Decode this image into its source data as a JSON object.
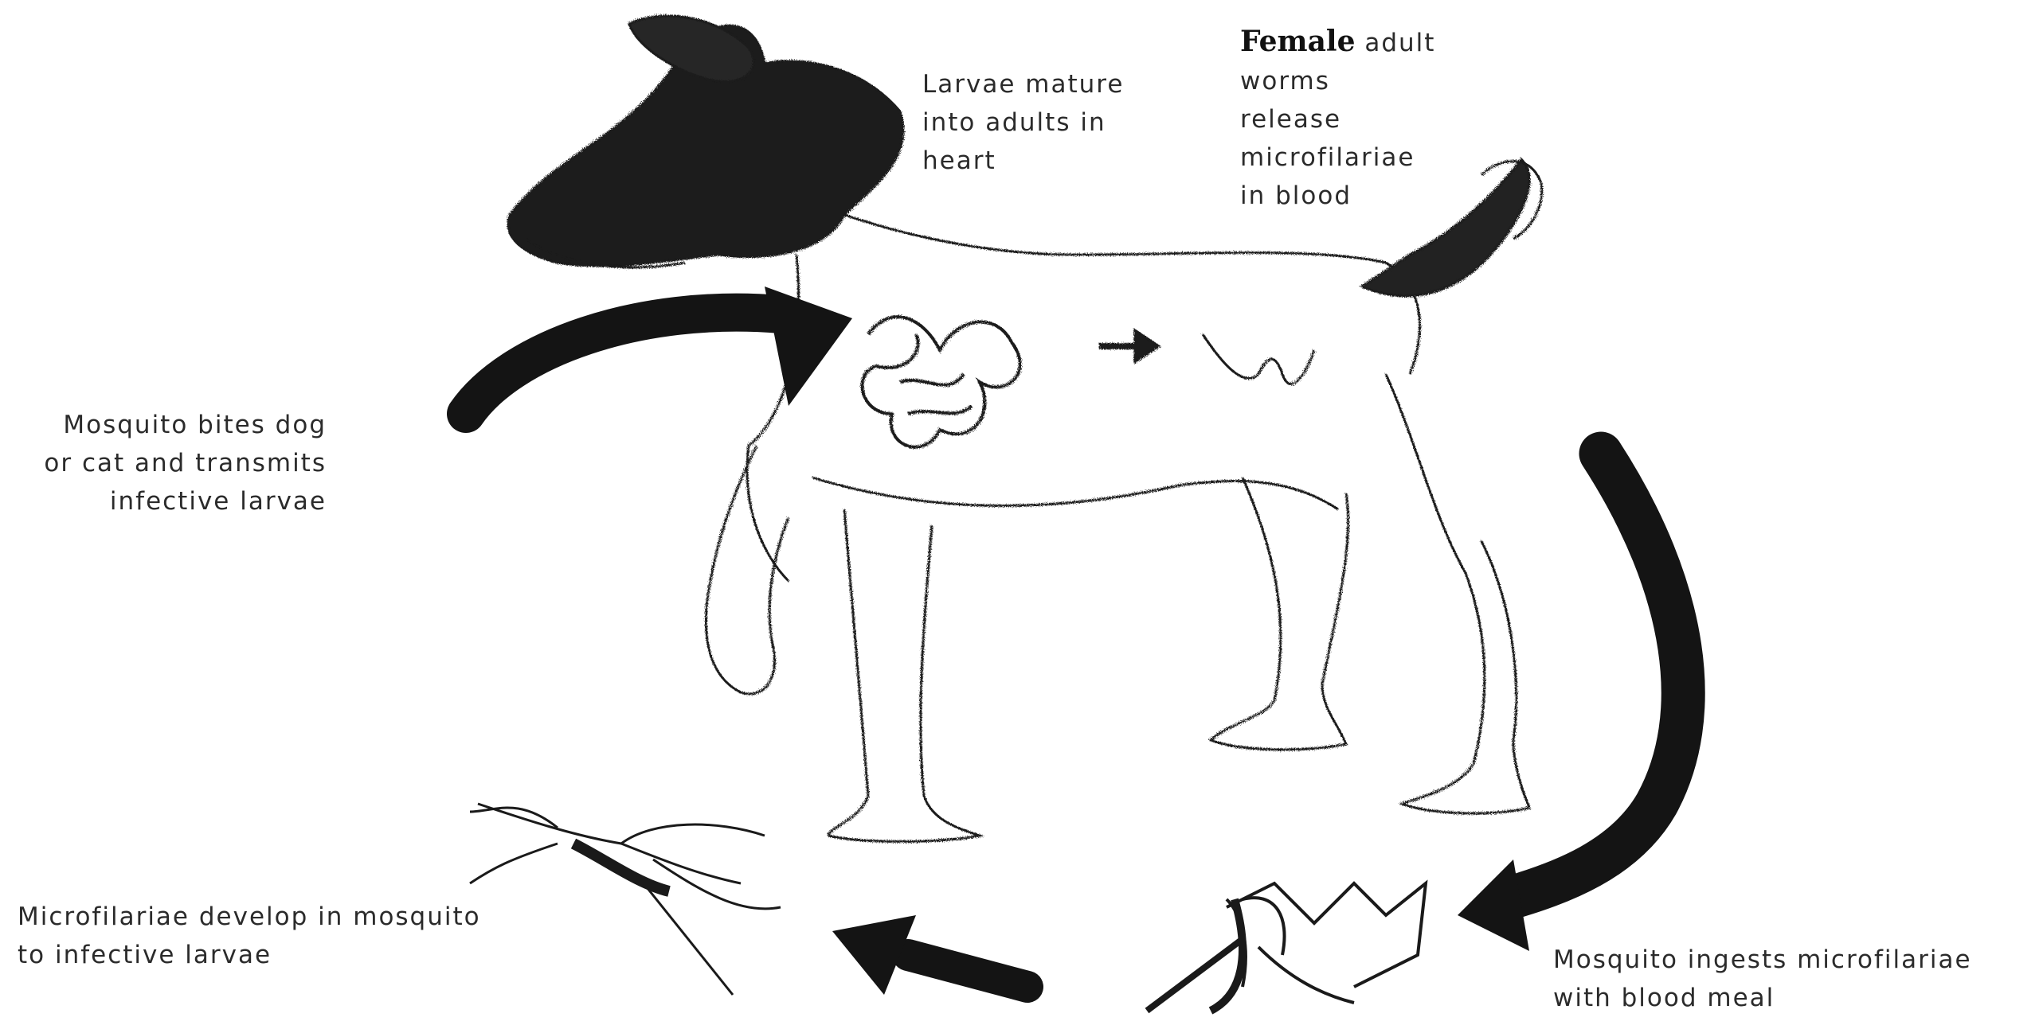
{
  "labels": {
    "larvae_mature": [
      "Larvae mature",
      "into adults in",
      "heart"
    ],
    "female_word": "Female",
    "female_adult": [
      "adult",
      "worms",
      "release",
      "microfilariae",
      "in blood"
    ],
    "mosquito_bites": [
      "Mosquito bites dog",
      "or cat and transmits",
      "infective larvae"
    ],
    "microfilariae_develop": [
      "Microfilariae develop in mosquito",
      "to infective larvae"
    ],
    "mosquito_ingests": [
      "Mosquito ingests microfilariae",
      "with blood meal"
    ]
  },
  "colors": {
    "ink": "#141414",
    "text": "#2b2b2b",
    "background": "#ffffff"
  }
}
